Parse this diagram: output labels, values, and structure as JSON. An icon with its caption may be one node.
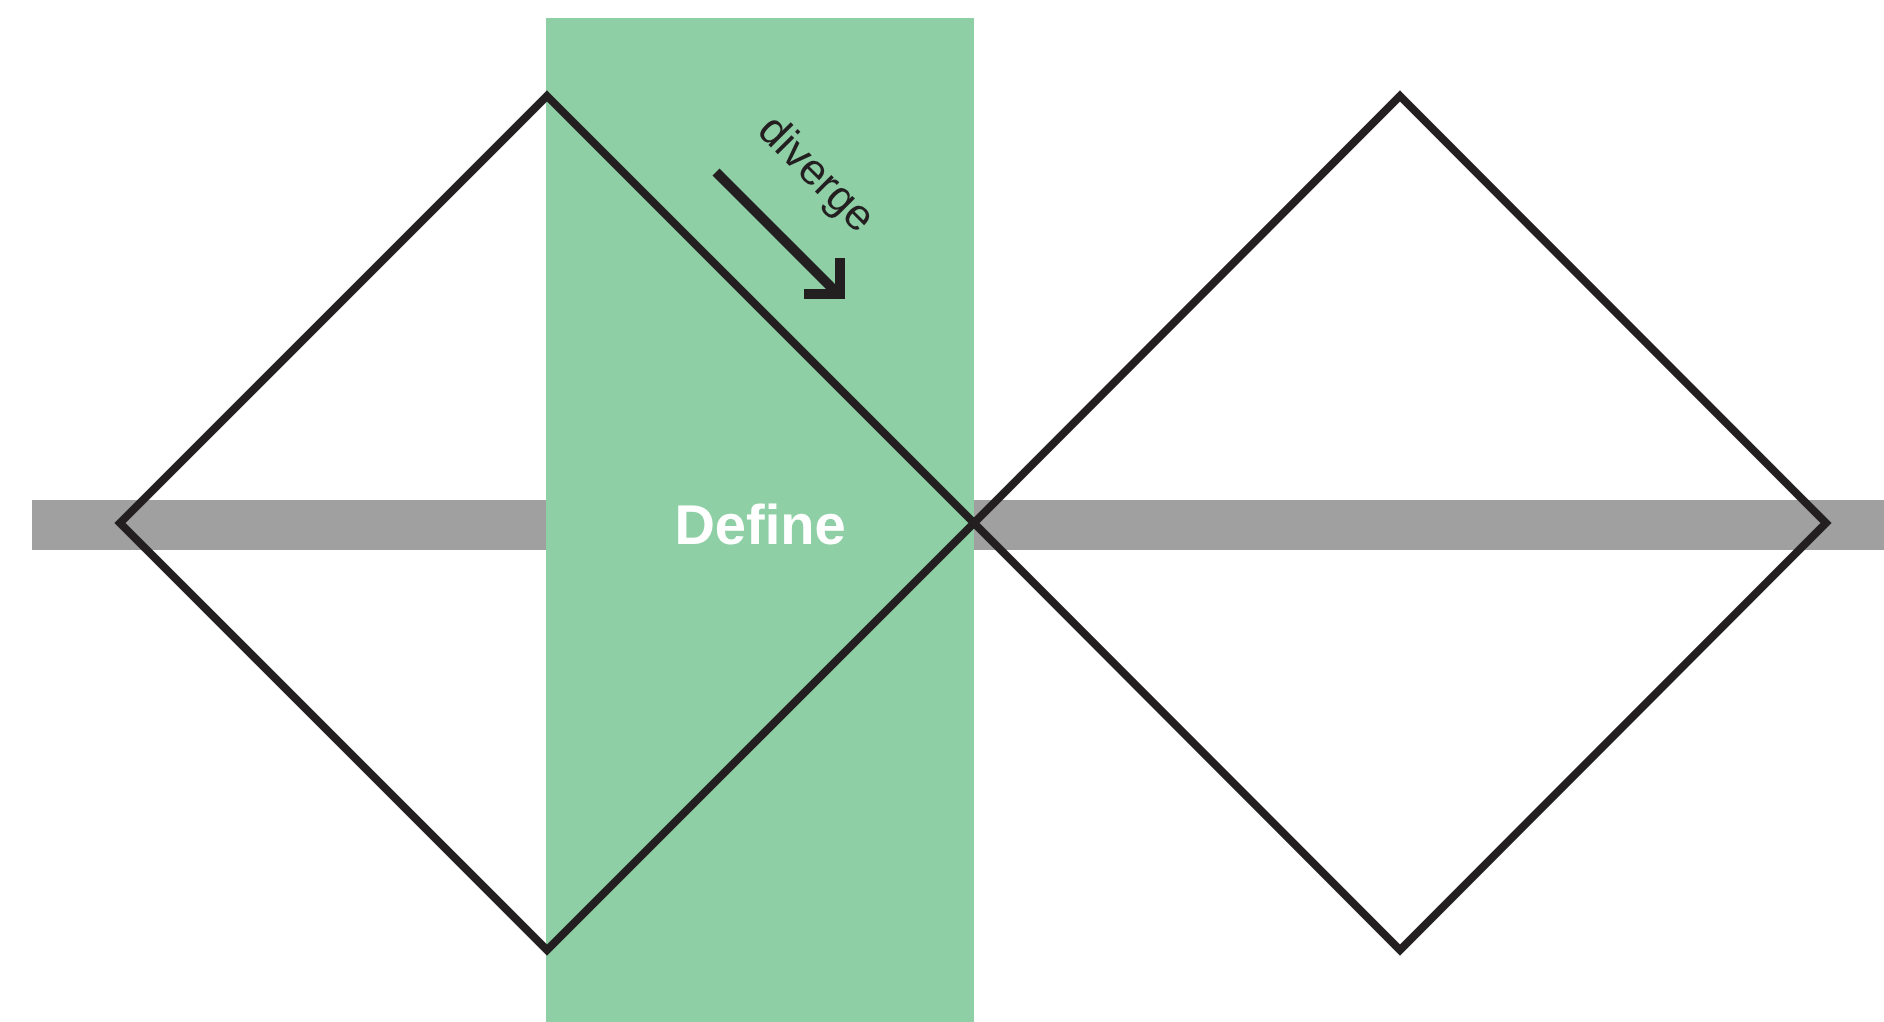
{
  "diagram": {
    "nodes": [
      {
        "text": [],
        "shape": "diamond"
      },
      {
        "text": [
          "Define"
        ]
      },
      {
        "text": [],
        "shape": "diamond"
      }
    ],
    "labels": [
      "diverge"
    ]
  }
}
